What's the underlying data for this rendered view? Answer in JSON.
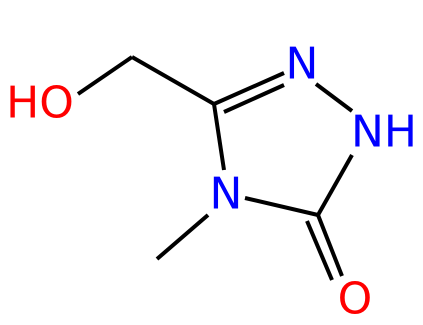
{
  "molecule": {
    "atoms": {
      "hydroxyl": {
        "label": "HO",
        "color": "#ff0000"
      },
      "n_ring_top": {
        "label": "N",
        "color": "#0000ff"
      },
      "n_ring_nh": {
        "label": "NH",
        "color": "#0000ff"
      },
      "n_ring_methyl": {
        "label": "N",
        "color": "#0000ff"
      },
      "carbonyl_oxygen": {
        "label": "O",
        "color": "#ff0000"
      }
    }
  }
}
